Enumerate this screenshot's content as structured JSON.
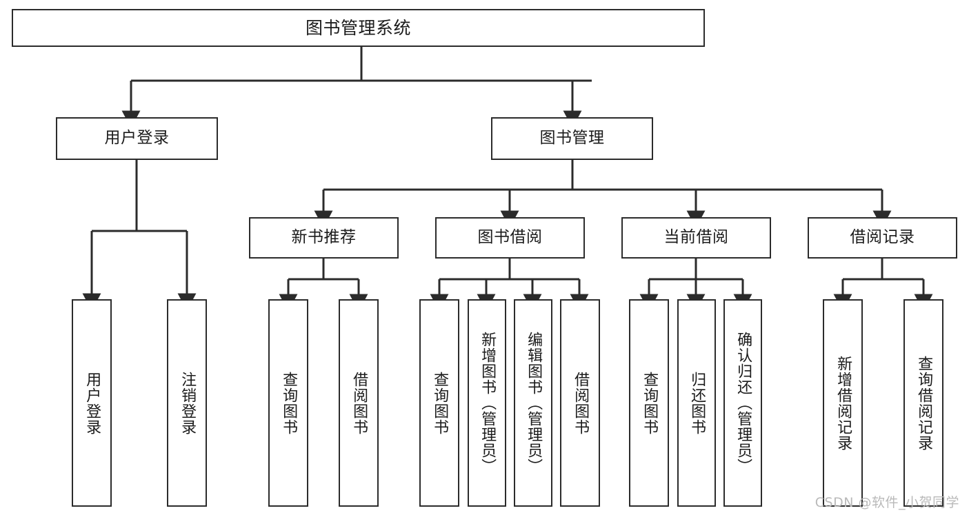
{
  "diagram": {
    "title": "图书管理系统",
    "watermark": "CSDN @软件_小贺同学",
    "colors": {
      "stroke": "#2b2b2b",
      "fill": "#ffffff",
      "text": "#1b1b1b",
      "watermark": "#b9b9b9"
    },
    "root": {
      "label": "图书管理系统"
    },
    "level2": [
      {
        "label": "用户登录"
      },
      {
        "label": "图书管理"
      }
    ],
    "level3": [
      {
        "label": "新书推荐"
      },
      {
        "label": "图书借阅"
      },
      {
        "label": "当前借阅"
      },
      {
        "label": "借阅记录"
      }
    ],
    "leaves": {
      "user_login": [
        {
          "label": "用户登录"
        },
        {
          "label": "注销登录"
        }
      ],
      "new_book": [
        {
          "label": "查询图书"
        },
        {
          "label": "借阅图书"
        }
      ],
      "borrow_book": [
        {
          "label": "查询图书"
        },
        {
          "label": "新增图书（管理员）"
        },
        {
          "label": "编辑图书（管理员）"
        },
        {
          "label": "借阅图书"
        }
      ],
      "current_borrow": [
        {
          "label": "查询图书"
        },
        {
          "label": "归还图书"
        },
        {
          "label": "确认归还（管理员）"
        }
      ],
      "borrow_record": [
        {
          "label": "新增借阅记录"
        },
        {
          "label": "查询借阅记录"
        }
      ]
    }
  }
}
